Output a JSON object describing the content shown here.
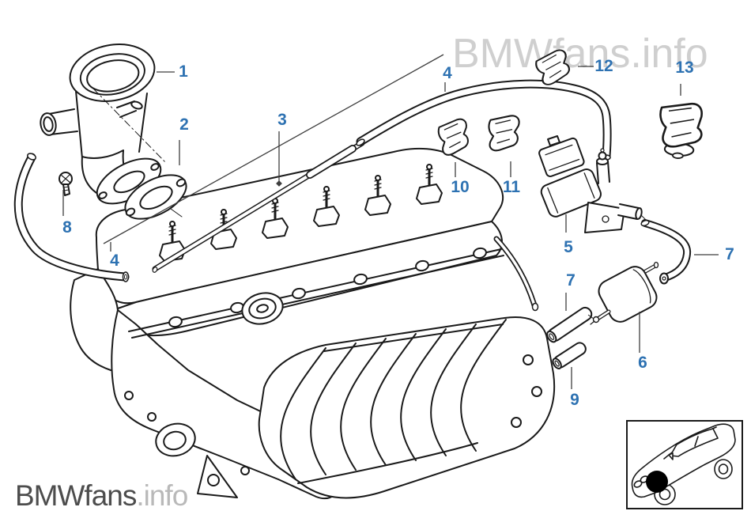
{
  "diagram": {
    "watermark": "BMWfans.info",
    "logo": {
      "brand": "BMWfans",
      "suffix": ".info"
    },
    "callouts": [
      {
        "label": "1"
      },
      {
        "label": "2"
      },
      {
        "label": "3"
      },
      {
        "label": "4"
      },
      {
        "label": "4"
      },
      {
        "label": "5"
      },
      {
        "label": "6"
      },
      {
        "label": "7"
      },
      {
        "label": "7"
      },
      {
        "label": "8"
      },
      {
        "label": "9"
      },
      {
        "label": "10"
      },
      {
        "label": "11"
      },
      {
        "label": "12"
      },
      {
        "label": "13"
      }
    ],
    "colors": {
      "callout": "#2e72b2",
      "watermark": "#c7c7c7",
      "logo_dark": "#4d4d4d",
      "logo_light": "#b9b9b9",
      "line_art": "#1a1a1a"
    }
  }
}
